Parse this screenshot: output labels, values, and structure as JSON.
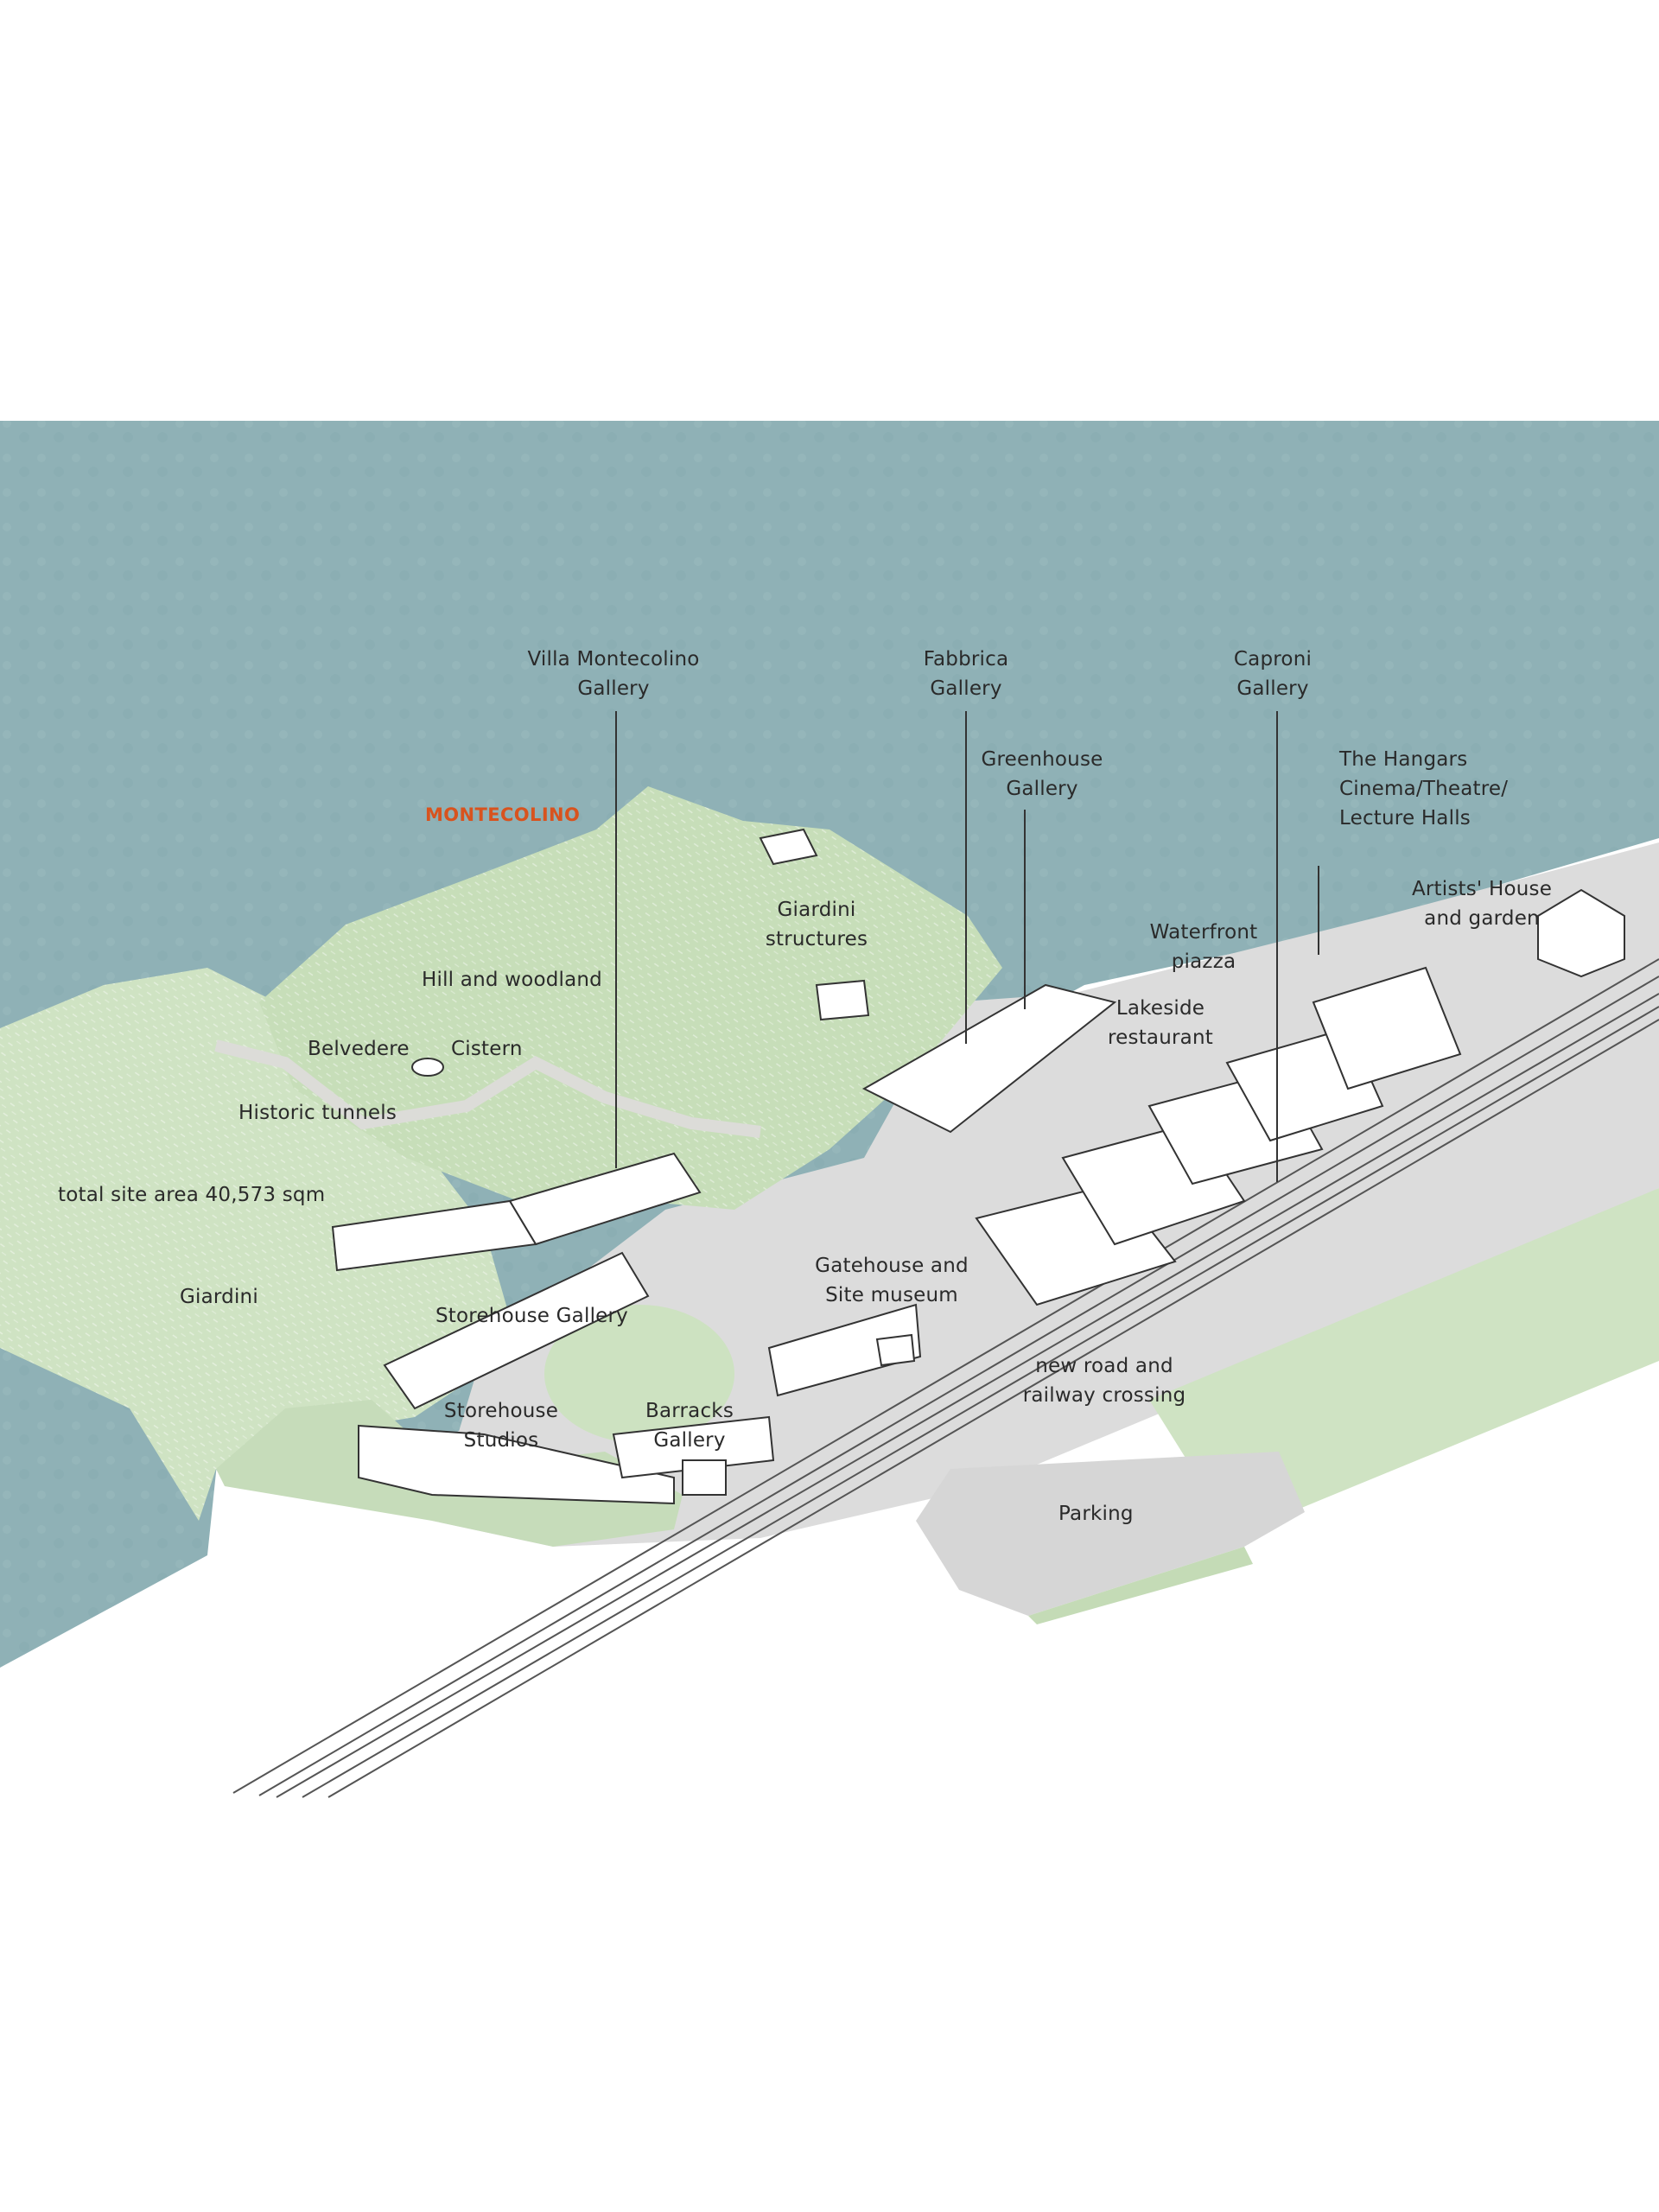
{
  "site_name": "MONTECOLINO",
  "colors": {
    "water": "#8fb1b6",
    "hill": "#c9dfbe",
    "giardini": "#d3e5c7",
    "ground": "#dedede",
    "accent": "#d8531e"
  },
  "labels": {
    "villa_gallery": [
      "Villa Montecolino",
      "Gallery"
    ],
    "fabbrica_gallery": [
      "Fabbrica",
      "Gallery"
    ],
    "caproni_gallery": [
      "Caproni",
      "Gallery"
    ],
    "greenhouse_gallery": [
      "Greenhouse",
      "Gallery"
    ],
    "hangars": [
      "The Hangars",
      "Cinema/Theatre/",
      "Lecture Halls"
    ],
    "artists_house": [
      "Artists' House",
      "and garden"
    ],
    "giardini_structures": [
      "Giardini",
      "structures"
    ],
    "waterfront_piazza": [
      "Waterfront",
      "piazza"
    ],
    "hill_woodland": "Hill and woodland",
    "belvedere": "Belvedere",
    "cistern": "Cistern",
    "lakeside_restaurant": [
      "Lakeside",
      "restaurant"
    ],
    "historic_tunnels": "Historic tunnels",
    "site_area": "total site area 40,573 sqm",
    "gatehouse": [
      "Gatehouse and",
      "Site museum"
    ],
    "giardini": "Giardini",
    "storehouse_gallery": "Storehouse Gallery",
    "new_road": [
      "new road and",
      "railway crossing"
    ],
    "storehouse_studios": [
      "Storehouse",
      "Studios"
    ],
    "barracks_gallery": [
      "Barracks",
      "Gallery"
    ],
    "parking": "Parking"
  }
}
